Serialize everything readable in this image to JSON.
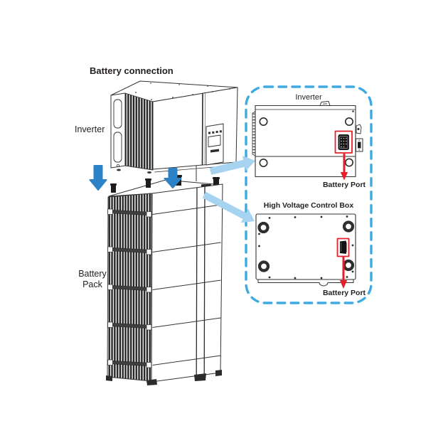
{
  "title": "Battery connection",
  "main_view": {
    "inverter_label": "Inverter",
    "battery_pack_label_line1": "Battery",
    "battery_pack_label_line2": "Pack"
  },
  "detail_panel": {
    "inverter": {
      "title": "Inverter",
      "port_label": "Battery Port"
    },
    "high_voltage_control_box": {
      "title": "High Voltage Control Box",
      "port_label": "Battery Port"
    }
  },
  "icons": {
    "down_arrow_icon": "▼",
    "callout_arrow_icon": "➜",
    "port_pointer_arrow_icon": "↓"
  },
  "colors": {
    "detail_panel_dashed_border": "#3FA9E1",
    "flow_arrow_blue": "#2B82C6",
    "callout_arrow_light_blue": "#A6D3F0",
    "port_highlight_red": "#E5202B",
    "line_art": "#333333"
  }
}
